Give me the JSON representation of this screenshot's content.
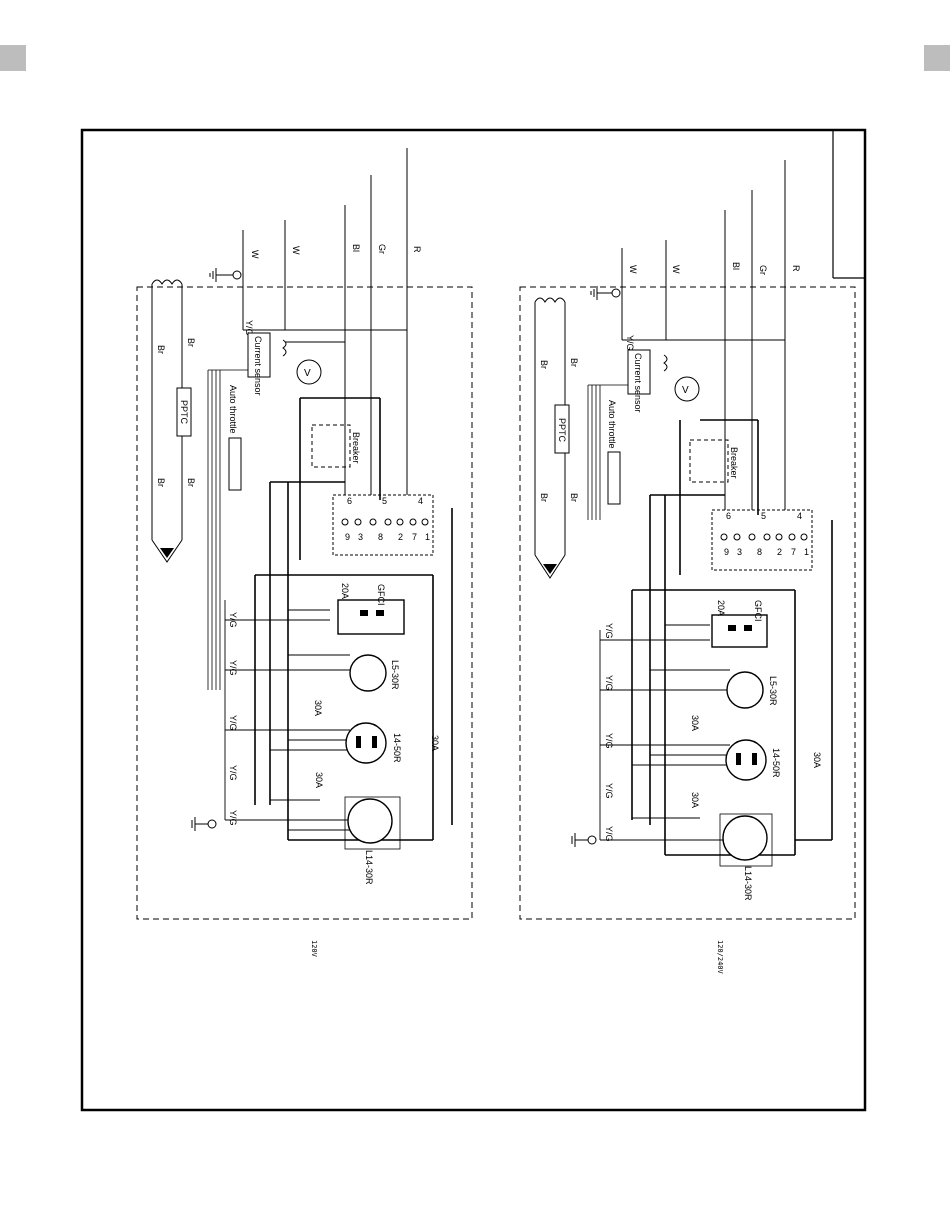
{
  "page": {
    "corner_tab_color": "#bdbdbd",
    "frame_color": "#000000"
  },
  "diagrams": [
    {
      "caption": "120V",
      "labels": {
        "wire_w1": "W",
        "wire_w2": "W",
        "wire_bl": "Bl",
        "wire_gr": "Gr",
        "wire_r": "R",
        "yg_main": "Y/G",
        "current_sensor": "Current sensor",
        "auto_throttle": "Auto throttle",
        "pptc": "PPTC",
        "breaker": "Breaker",
        "gfci": "GFCI",
        "gfci_breaker": "20A",
        "l5": "L5-30R",
        "l5_breaker": "30A",
        "r1450": "14-50R",
        "r1450_breaker": "30A",
        "l1430": "L14-30R",
        "l1430_breaker": "30A",
        "v": "V",
        "br": "Br",
        "terminals": [
          "4",
          "5",
          "6",
          "1",
          "2",
          "3",
          "7",
          "8",
          "9"
        ]
      }
    },
    {
      "caption": "120/240V",
      "labels": {
        "wire_w1": "W",
        "wire_w2": "W",
        "wire_bl": "Bl",
        "wire_gr": "Gr",
        "wire_r": "R",
        "yg_main": "Y/G",
        "current_sensor": "Current sensor",
        "auto_throttle": "Auto throttle",
        "pptc": "PPTC",
        "breaker": "Breaker",
        "gfci": "GFCI",
        "gfci_breaker": "20A",
        "l5": "L5-30R",
        "l5_breaker": "30A",
        "r1450": "14-50R",
        "r1450_breaker": "30A",
        "l1430": "L14-30R",
        "l1430_breaker": "30A",
        "v": "V",
        "br": "Br",
        "terminals": [
          "4",
          "5",
          "6",
          "1",
          "2",
          "3",
          "7",
          "8",
          "9"
        ]
      }
    }
  ]
}
